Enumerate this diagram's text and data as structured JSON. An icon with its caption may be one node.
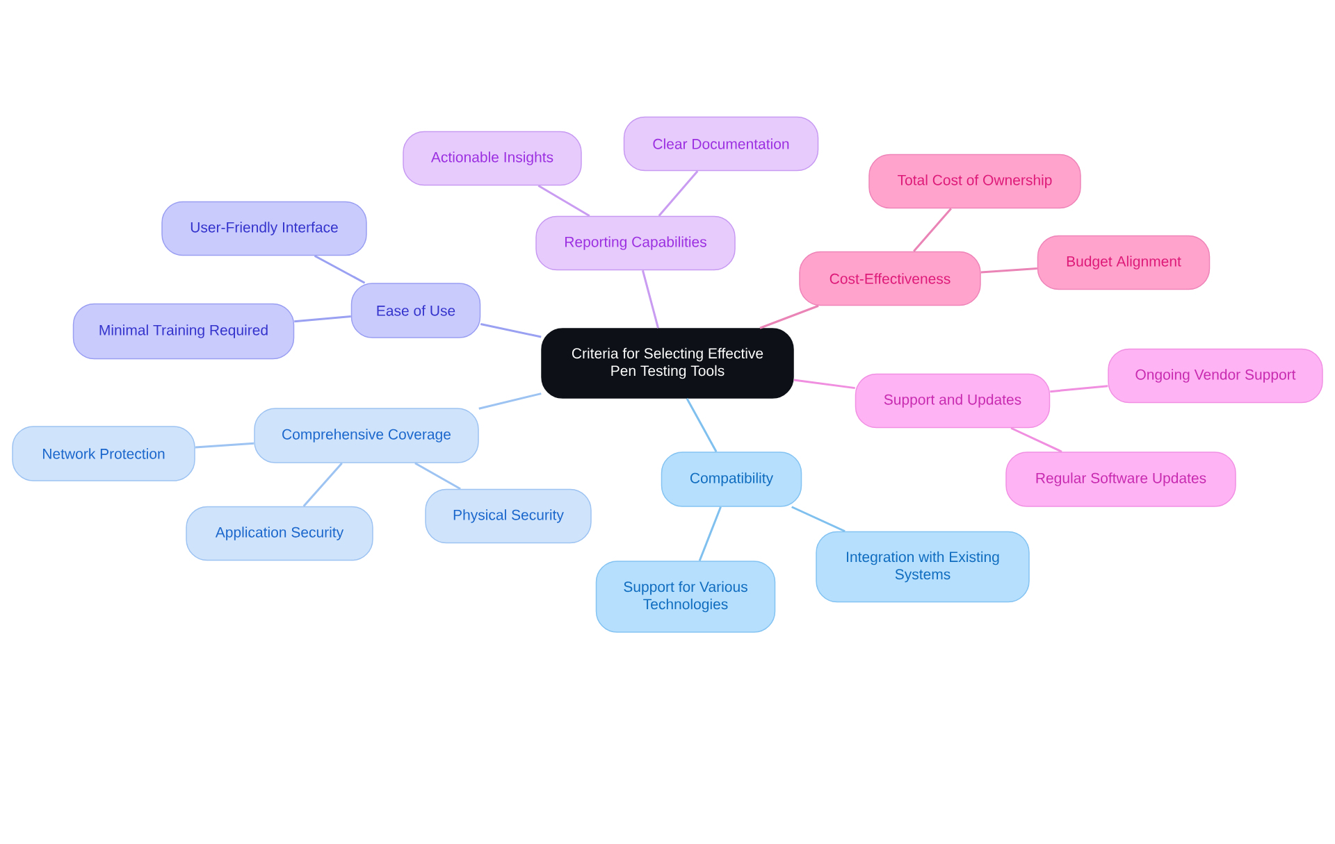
{
  "diagram": {
    "nodes": [
      {
        "text": [
          "Criteria for Selecting Effective Pen Testing Tools"
        ]
      },
      {
        "text": [
          "Reporting Capabilities"
        ]
      },
      {
        "text": [
          "Actionable Insights"
        ]
      },
      {
        "text": [
          "Clear Documentation"
        ]
      },
      {
        "text": [
          "Cost-Effectiveness"
        ]
      },
      {
        "text": [
          "Total Cost of Ownership"
        ]
      },
      {
        "text": [
          "Budget Alignment"
        ]
      },
      {
        "text": [
          "Support and Updates"
        ]
      },
      {
        "text": [
          "Ongoing Vendor Support"
        ]
      },
      {
        "text": [
          "Regular Software Updates"
        ]
      },
      {
        "text": [
          "Compatibility"
        ]
      },
      {
        "text": [
          "Integration with Existing Systems"
        ]
      },
      {
        "text": [
          "Support for Various Technologies"
        ]
      },
      {
        "text": [
          "Comprehensive Coverage"
        ]
      },
      {
        "text": [
          "Network Protection"
        ]
      },
      {
        "text": [
          "Application Security"
        ]
      },
      {
        "text": [
          "Physical Security"
        ]
      },
      {
        "text": [
          "Ease of Use"
        ]
      },
      {
        "text": [
          "User-Friendly Interface"
        ]
      },
      {
        "text": [
          "Minimal Training Required"
        ]
      }
    ],
    "edges": [
      {
        "from": 0,
        "to": 1,
        "arrow": "none",
        "color": "#c99cf2"
      },
      {
        "from": 1,
        "to": 2,
        "arrow": "none",
        "color": "#c99cf2"
      },
      {
        "from": 1,
        "to": 3,
        "arrow": "none",
        "color": "#c99cf2"
      },
      {
        "from": 0,
        "to": 4,
        "arrow": "none",
        "color": "#ea84b6"
      },
      {
        "from": 4,
        "to": 5,
        "arrow": "none",
        "color": "#ea84b6"
      },
      {
        "from": 4,
        "to": 6,
        "arrow": "none",
        "color": "#ea84b6"
      },
      {
        "from": 0,
        "to": 7,
        "arrow": "none",
        "color": "#f08edf"
      },
      {
        "from": 7,
        "to": 8,
        "arrow": "none",
        "color": "#f08edf"
      },
      {
        "from": 7,
        "to": 9,
        "arrow": "none",
        "color": "#f08edf"
      },
      {
        "from": 0,
        "to": 10,
        "arrow": "none",
        "color": "#7fc0ef"
      },
      {
        "from": 10,
        "to": 11,
        "arrow": "none",
        "color": "#7fc0ef"
      },
      {
        "from": 10,
        "to": 12,
        "arrow": "none",
        "color": "#7fc0ef"
      },
      {
        "from": 0,
        "to": 13,
        "arrow": "none",
        "color": "#9cc3f2"
      },
      {
        "from": 13,
        "to": 14,
        "arrow": "none",
        "color": "#9cc3f2"
      },
      {
        "from": 13,
        "to": 15,
        "arrow": "none",
        "color": "#9cc3f2"
      },
      {
        "from": 13,
        "to": 16,
        "arrow": "none",
        "color": "#9cc3f2"
      },
      {
        "from": 0,
        "to": 17,
        "arrow": "none",
        "color": "#9aa0f2"
      },
      {
        "from": 17,
        "to": 18,
        "arrow": "none",
        "color": "#9aa0f2"
      },
      {
        "from": 17,
        "to": 19,
        "arrow": "none",
        "color": "#9aa0f2"
      }
    ]
  }
}
